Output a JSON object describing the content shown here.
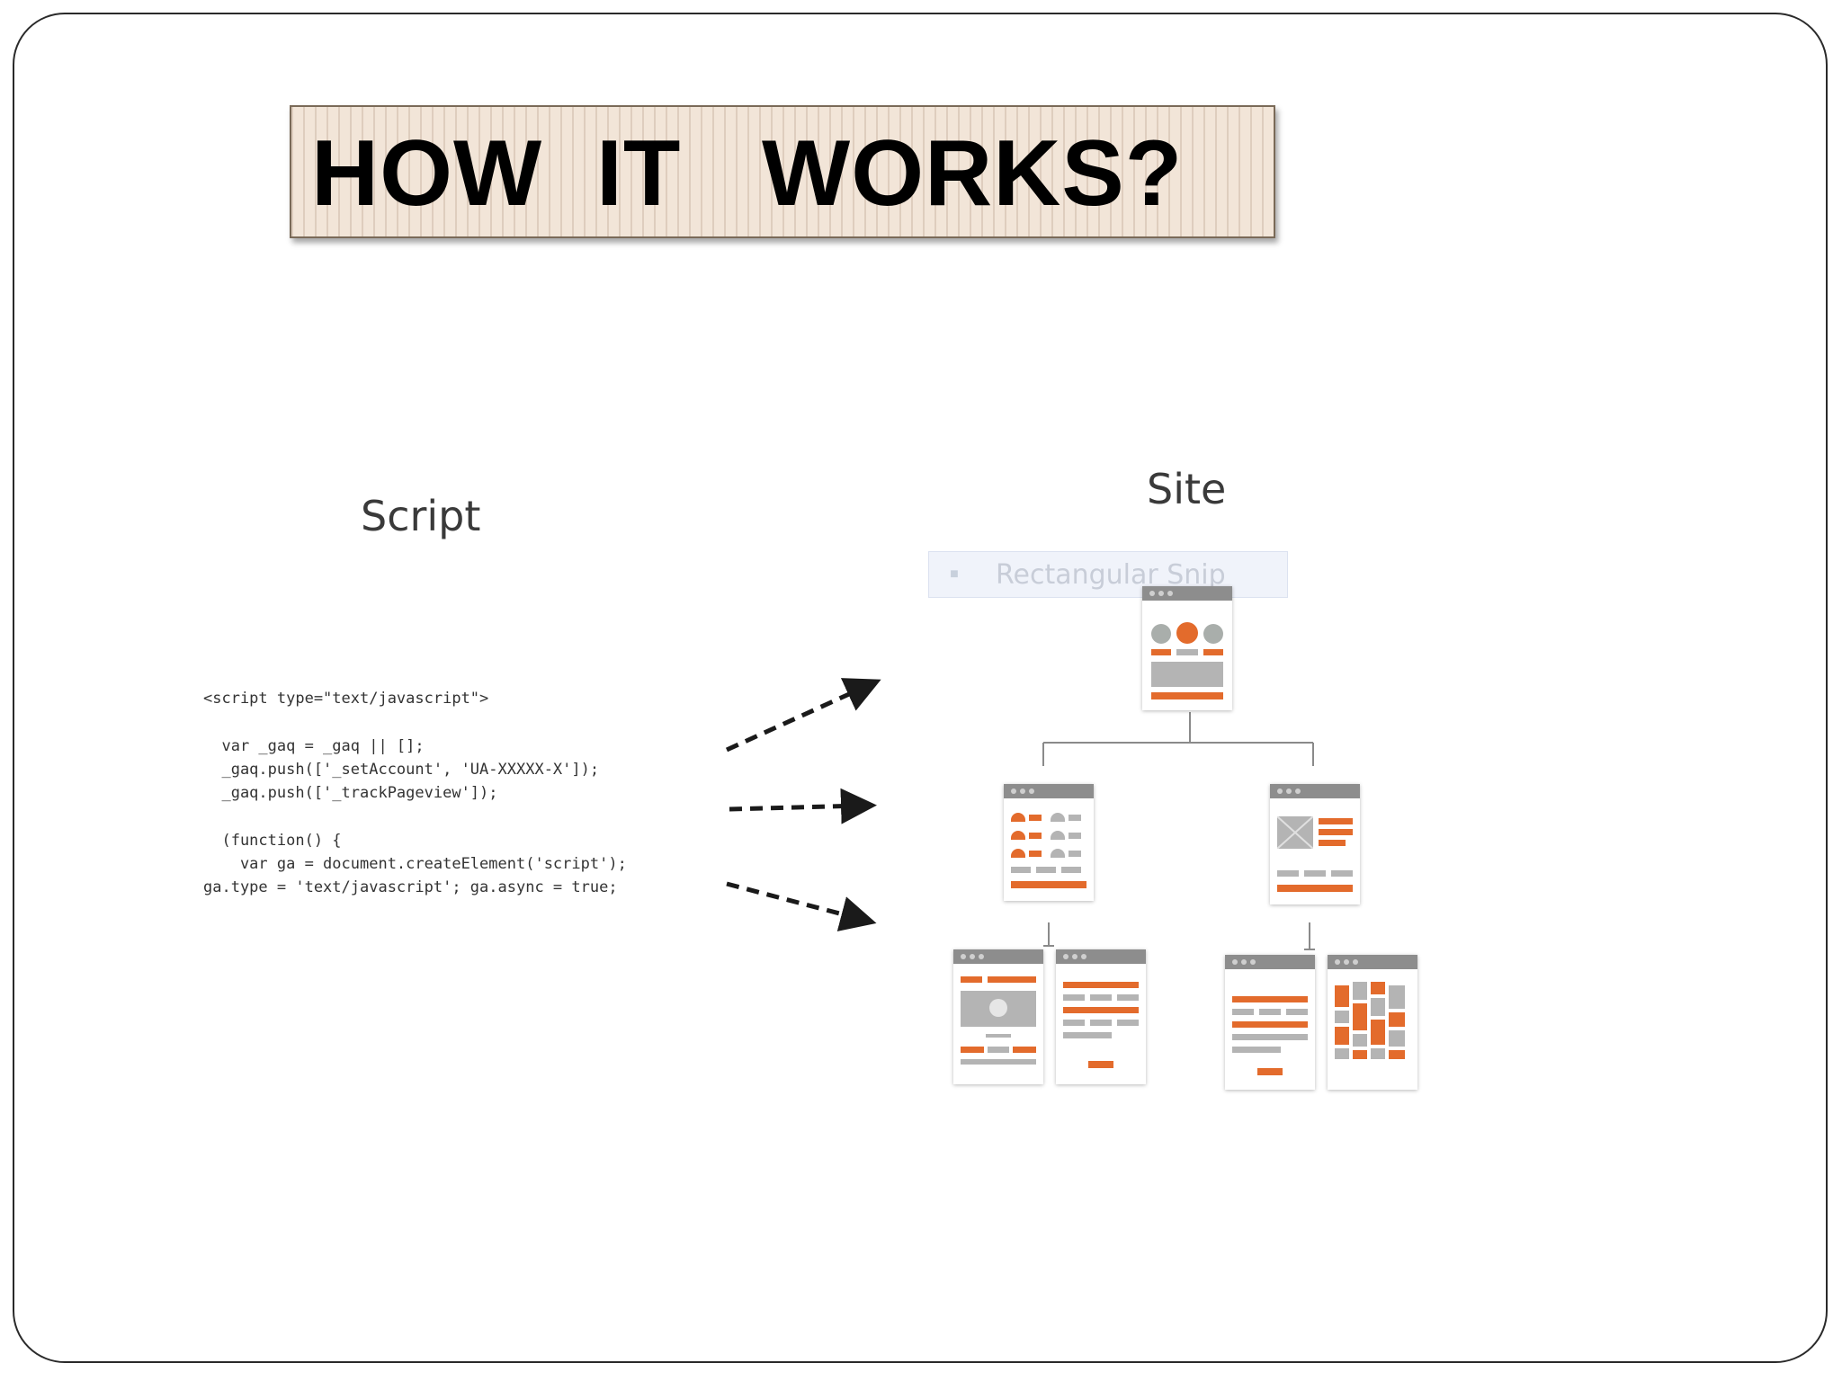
{
  "slide": {
    "title": "HOW  IT   WORKS?"
  },
  "script_panel": {
    "label": "Script",
    "code": "<script type=\"text/javascript\">\n\n  var _gaq = _gaq || [];\n  _gaq.push(['_setAccount', 'UA-XXXXX-X']);\n  _gaq.push(['_trackPageview']);\n\n  (function() {\n    var ga = document.createElement('script');\nga.type = 'text/javascript'; ga.async = true;"
  },
  "site_panel": {
    "label": "Site",
    "overlay_text": "Rectangular Snip"
  },
  "colors": {
    "accent": "#e36b2c",
    "placeholder_gray": "#b4b4b4",
    "page_header": "#8d8d8d"
  }
}
